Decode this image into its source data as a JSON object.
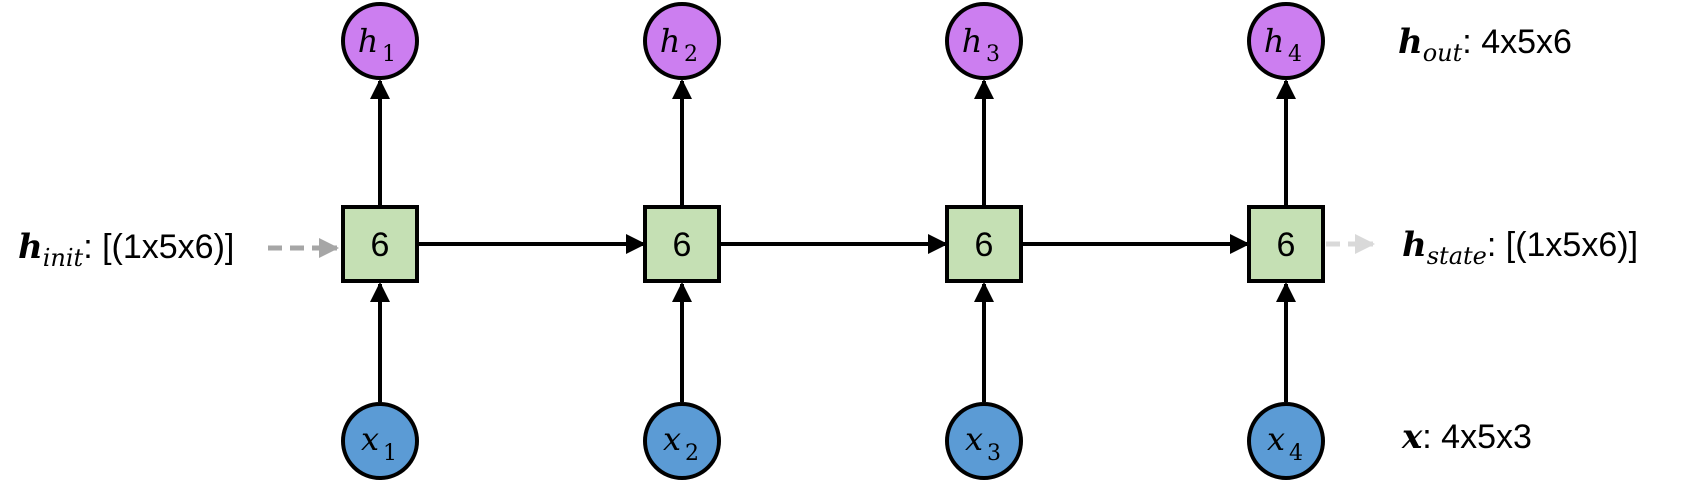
{
  "colors": {
    "hidden_node": "#CC7EF0",
    "input_node": "#5B9BD5",
    "cell_fill": "#C5E0B4",
    "edge": "#000000",
    "init_arrow": "#A6A6A6",
    "state_arrow": "#D9D9D9"
  },
  "steps": [
    {
      "cell": "6",
      "h_var": "h",
      "h_sub": "1",
      "x_var": "x",
      "x_sub": "1"
    },
    {
      "cell": "6",
      "h_var": "h",
      "h_sub": "2",
      "x_var": "x",
      "x_sub": "2"
    },
    {
      "cell": "6",
      "h_var": "h",
      "h_sub": "3",
      "x_var": "x",
      "x_sub": "3"
    },
    {
      "cell": "6",
      "h_var": "h",
      "h_sub": "4",
      "x_var": "x",
      "x_sub": "4"
    }
  ],
  "labels": {
    "h_init": {
      "var": "h",
      "sub": "init",
      "text": ": [(1x5x6)]"
    },
    "h_out": {
      "var": "h",
      "sub": "out",
      "text": ": 4x5x6"
    },
    "h_state": {
      "var": "h",
      "sub": "state",
      "text": ": [(1x5x6)]"
    },
    "x": {
      "var": "x",
      "text": ": 4x5x3"
    }
  }
}
